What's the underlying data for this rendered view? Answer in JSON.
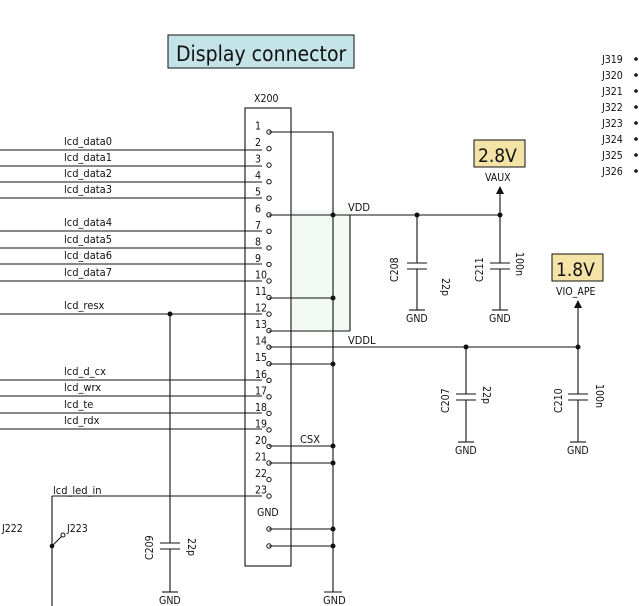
{
  "title": "Display connector",
  "connector": {
    "ref": "X200",
    "pins": [
      "1",
      "2",
      "3",
      "4",
      "5",
      "6",
      "7",
      "8",
      "9",
      "10",
      "11",
      "12",
      "13",
      "14",
      "15",
      "16",
      "17",
      "18",
      "19",
      "20",
      "21",
      "22",
      "23"
    ],
    "gnd_label": "GND"
  },
  "signals": {
    "lcd_data0": "lcd_data0",
    "lcd_data1": "lcd_data1",
    "lcd_data2": "lcd_data2",
    "lcd_data3": "lcd_data3",
    "lcd_data4": "lcd_data4",
    "lcd_data5": "lcd_data5",
    "lcd_data6": "lcd_data6",
    "lcd_data7": "lcd_data7",
    "lcd_resx": "lcd_resx",
    "lcd_d_cx": "lcd_d_cx",
    "lcd_wrx": "lcd_wrx",
    "lcd_te": "lcd_te",
    "lcd_rdx": "lcd_rdx",
    "lcd_led_in": "lcd_led_in"
  },
  "nets": {
    "vdd": "VDD",
    "vddl": "VDDL",
    "csx": "CSX",
    "vaux": "VAUX",
    "vio_ape": "VIO_APE",
    "gnd": "GND"
  },
  "rails": {
    "v28": "2.8V",
    "v18": "1.8V"
  },
  "capacitors": {
    "c208": {
      "ref": "C208",
      "value": "22p"
    },
    "c211": {
      "ref": "C211",
      "value": "100n"
    },
    "c207": {
      "ref": "C207",
      "value": "22p"
    },
    "c210": {
      "ref": "C210",
      "value": "100n"
    },
    "c209": {
      "ref": "C209",
      "value": "22p"
    }
  },
  "jumpers": {
    "list": [
      "J319",
      "J320",
      "J321",
      "J322",
      "J323",
      "J324",
      "J325",
      "J326"
    ],
    "j222": "J222",
    "j223": "J223"
  },
  "colors": {
    "title_bg": "#c4e3e6",
    "rail_bg": "#f4e3a6",
    "line": "#111111"
  }
}
